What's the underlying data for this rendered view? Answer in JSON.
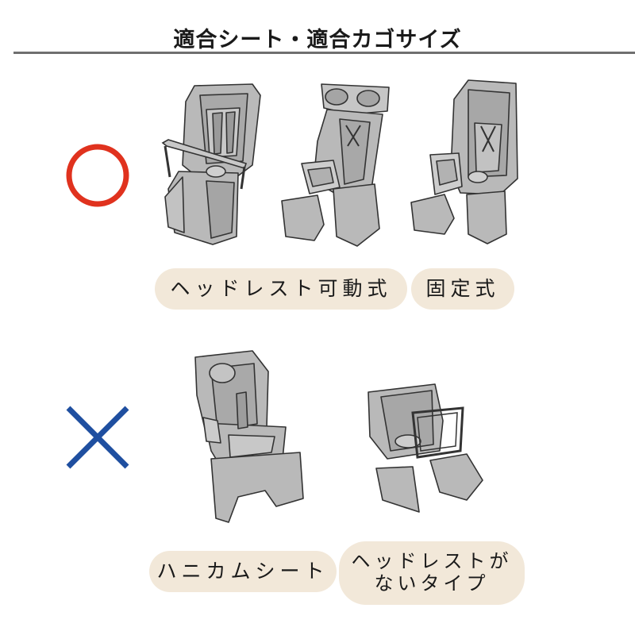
{
  "title": "適合シート・適合カゴサイズ",
  "ok_section": {
    "symbol_icon": "circle-ok-icon",
    "symbol_color": "#e0321e",
    "labels": [
      "ヘッドレスト可動式",
      "固定式"
    ]
  },
  "ng_section": {
    "symbol_icon": "cross-ng-icon",
    "symbol_color": "#1f4fa0",
    "labels": [
      "ハニカムシート",
      "ヘッドレストが\nないタイプ"
    ]
  },
  "colors": {
    "seat_fill": "#b9b9b9",
    "seat_stroke": "#333333",
    "pill_bg": "#f2e8d9"
  }
}
